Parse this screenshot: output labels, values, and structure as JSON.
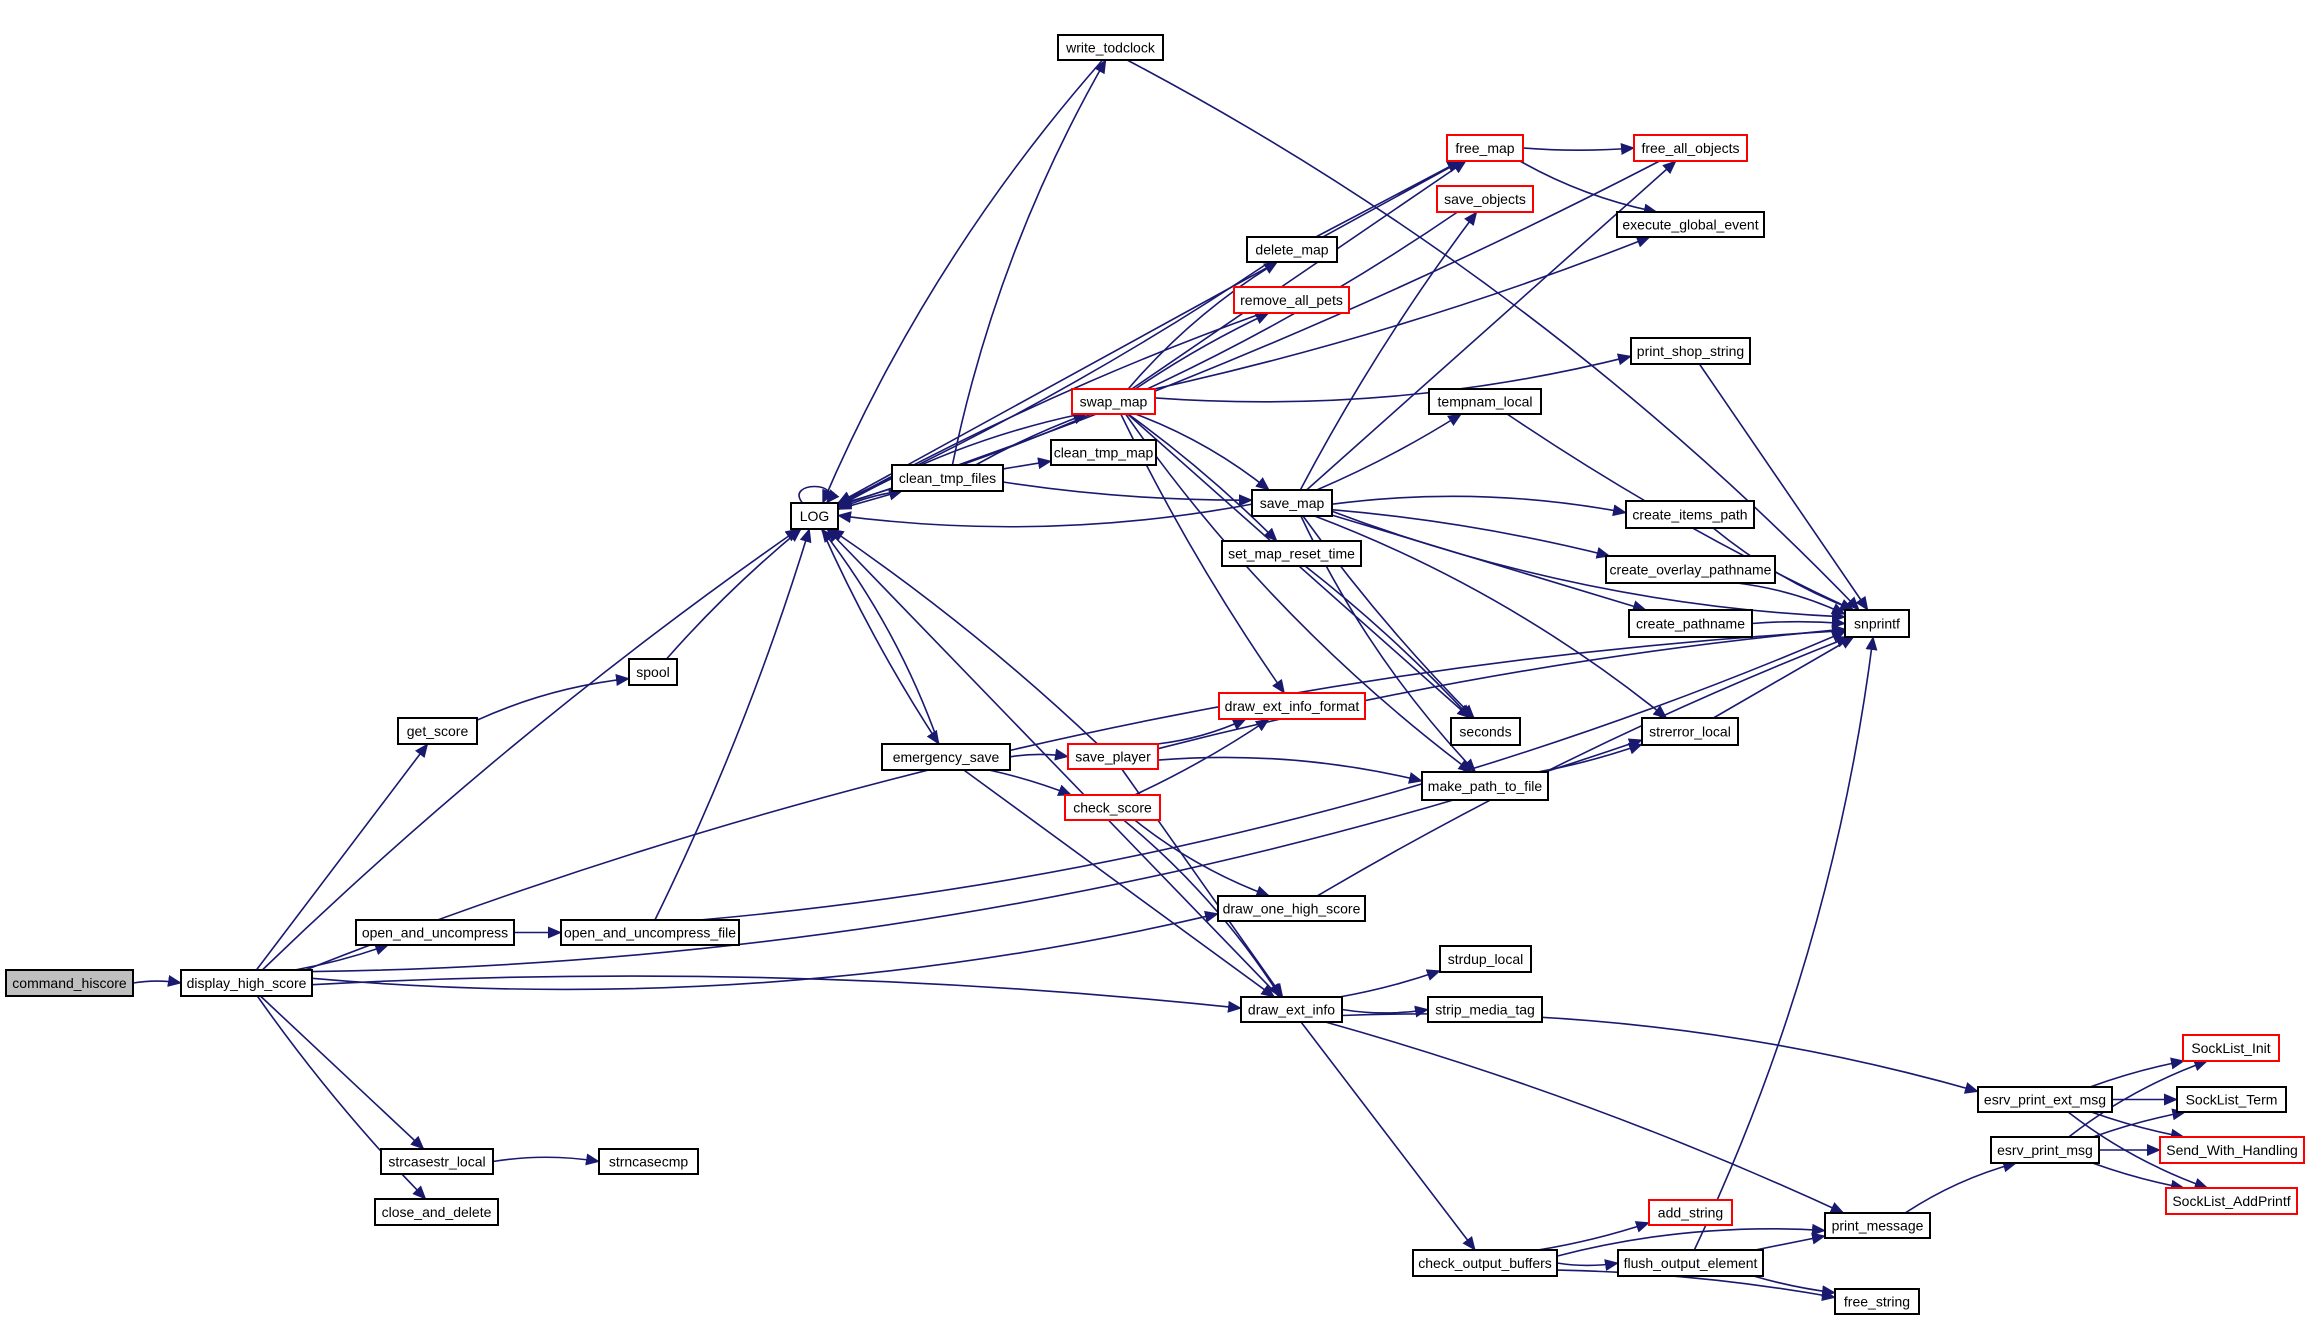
{
  "diagram": {
    "type": "call-graph",
    "colors": {
      "edge": "#191970",
      "node_border": "#000000",
      "node_fill": "#ffffff",
      "root_fill": "#bfbfbf",
      "truncated_border": "#ff0000"
    },
    "nodes": [
      {
        "id": "command_hiscore",
        "label": "command_hiscore",
        "style": "root"
      },
      {
        "id": "display_high_score",
        "label": "display_high_score",
        "style": "normal"
      },
      {
        "id": "get_score",
        "label": "get_score",
        "style": "normal"
      },
      {
        "id": "spool",
        "label": "spool",
        "style": "normal"
      },
      {
        "id": "LOG",
        "label": "LOG",
        "style": "normal"
      },
      {
        "id": "open_and_uncompress",
        "label": "open_and_uncompress",
        "style": "normal"
      },
      {
        "id": "open_and_uncompress_file",
        "label": "open_and_uncompress_file",
        "style": "normal"
      },
      {
        "id": "strcasestr_local",
        "label": "strcasestr_local",
        "style": "normal"
      },
      {
        "id": "strncasecmp",
        "label": "strncasecmp",
        "style": "normal"
      },
      {
        "id": "close_and_delete",
        "label": "close_and_delete",
        "style": "normal"
      },
      {
        "id": "write_todclock",
        "label": "write_todclock",
        "style": "normal"
      },
      {
        "id": "clean_tmp_files",
        "label": "clean_tmp_files",
        "style": "normal"
      },
      {
        "id": "clean_tmp_map",
        "label": "clean_tmp_map",
        "style": "normal"
      },
      {
        "id": "swap_map",
        "label": "swap_map",
        "style": "truncated"
      },
      {
        "id": "delete_map",
        "label": "delete_map",
        "style": "normal"
      },
      {
        "id": "remove_all_pets",
        "label": "remove_all_pets",
        "style": "truncated"
      },
      {
        "id": "free_map",
        "label": "free_map",
        "style": "truncated"
      },
      {
        "id": "save_objects",
        "label": "save_objects",
        "style": "truncated"
      },
      {
        "id": "free_all_objects",
        "label": "free_all_objects",
        "style": "truncated"
      },
      {
        "id": "execute_global_event",
        "label": "execute_global_event",
        "style": "normal"
      },
      {
        "id": "print_shop_string",
        "label": "print_shop_string",
        "style": "normal"
      },
      {
        "id": "tempnam_local",
        "label": "tempnam_local",
        "style": "normal"
      },
      {
        "id": "save_map",
        "label": "save_map",
        "style": "normal"
      },
      {
        "id": "set_map_reset_time",
        "label": "set_map_reset_time",
        "style": "normal"
      },
      {
        "id": "create_items_path",
        "label": "create_items_path",
        "style": "normal"
      },
      {
        "id": "create_overlay_pathname",
        "label": "create_overlay_pathname",
        "style": "normal"
      },
      {
        "id": "create_pathname",
        "label": "create_pathname",
        "style": "normal"
      },
      {
        "id": "snprintf",
        "label": "snprintf",
        "style": "normal"
      },
      {
        "id": "seconds",
        "label": "seconds",
        "style": "normal"
      },
      {
        "id": "strerror_local",
        "label": "strerror_local",
        "style": "normal"
      },
      {
        "id": "draw_ext_info_format",
        "label": "draw_ext_info_format",
        "style": "truncated"
      },
      {
        "id": "emergency_save",
        "label": "emergency_save",
        "style": "normal"
      },
      {
        "id": "save_player",
        "label": "save_player",
        "style": "truncated"
      },
      {
        "id": "make_path_to_file",
        "label": "make_path_to_file",
        "style": "normal"
      },
      {
        "id": "check_score",
        "label": "check_score",
        "style": "truncated"
      },
      {
        "id": "draw_one_high_score",
        "label": "draw_one_high_score",
        "style": "normal"
      },
      {
        "id": "strdup_local",
        "label": "strdup_local",
        "style": "normal"
      },
      {
        "id": "draw_ext_info",
        "label": "draw_ext_info",
        "style": "normal"
      },
      {
        "id": "strip_media_tag",
        "label": "strip_media_tag",
        "style": "normal"
      },
      {
        "id": "esrv_print_ext_msg",
        "label": "esrv_print_ext_msg",
        "style": "normal"
      },
      {
        "id": "SockList_Init",
        "label": "SockList_Init",
        "style": "truncated"
      },
      {
        "id": "SockList_Term",
        "label": "SockList_Term",
        "style": "normal"
      },
      {
        "id": "esrv_print_msg",
        "label": "esrv_print_msg",
        "style": "normal"
      },
      {
        "id": "Send_With_Handling",
        "label": "Send_With_Handling",
        "style": "truncated"
      },
      {
        "id": "SockList_AddPrintf",
        "label": "SockList_AddPrintf",
        "style": "truncated"
      },
      {
        "id": "add_string",
        "label": "add_string",
        "style": "truncated"
      },
      {
        "id": "print_message",
        "label": "print_message",
        "style": "normal"
      },
      {
        "id": "check_output_buffers",
        "label": "check_output_buffers",
        "style": "normal"
      },
      {
        "id": "flush_output_element",
        "label": "flush_output_element",
        "style": "normal"
      },
      {
        "id": "free_string",
        "label": "free_string",
        "style": "normal"
      }
    ],
    "edges": [
      [
        "command_hiscore",
        "display_high_score"
      ],
      [
        "display_high_score",
        "LOG"
      ],
      [
        "display_high_score",
        "get_score"
      ],
      [
        "display_high_score",
        "open_and_uncompress"
      ],
      [
        "display_high_score",
        "draw_one_high_score"
      ],
      [
        "display_high_score",
        "snprintf"
      ],
      [
        "display_high_score",
        "draw_ext_info"
      ],
      [
        "display_high_score",
        "strcasestr_local"
      ],
      [
        "display_high_score",
        "close_and_delete"
      ],
      [
        "display_high_score",
        "strerror_local"
      ],
      [
        "get_score",
        "spool"
      ],
      [
        "spool",
        "LOG"
      ],
      [
        "open_and_uncompress",
        "open_and_uncompress_file"
      ],
      [
        "open_and_uncompress_file",
        "LOG"
      ],
      [
        "open_and_uncompress_file",
        "snprintf"
      ],
      [
        "strcasestr_local",
        "strncasecmp"
      ],
      [
        "LOG",
        "LOG"
      ],
      [
        "LOG",
        "clean_tmp_files"
      ],
      [
        "LOG",
        "emergency_save"
      ],
      [
        "clean_tmp_files",
        "LOG"
      ],
      [
        "clean_tmp_files",
        "write_todclock"
      ],
      [
        "clean_tmp_files",
        "swap_map"
      ],
      [
        "clean_tmp_files",
        "clean_tmp_map"
      ],
      [
        "clean_tmp_files",
        "save_map"
      ],
      [
        "write_todclock",
        "LOG"
      ],
      [
        "write_todclock",
        "snprintf"
      ],
      [
        "free_all_objects",
        "LOG"
      ],
      [
        "free_map",
        "LOG"
      ],
      [
        "free_map",
        "free_all_objects"
      ],
      [
        "free_map",
        "execute_global_event"
      ],
      [
        "save_objects",
        "LOG"
      ],
      [
        "delete_map",
        "LOG"
      ],
      [
        "delete_map",
        "free_map"
      ],
      [
        "remove_all_pets",
        "LOG"
      ],
      [
        "swap_map",
        "LOG"
      ],
      [
        "swap_map",
        "delete_map"
      ],
      [
        "swap_map",
        "remove_all_pets"
      ],
      [
        "swap_map",
        "free_map"
      ],
      [
        "swap_map",
        "execute_global_event"
      ],
      [
        "swap_map",
        "print_shop_string"
      ],
      [
        "swap_map",
        "save_map"
      ],
      [
        "swap_map",
        "set_map_reset_time"
      ],
      [
        "swap_map",
        "seconds"
      ],
      [
        "swap_map",
        "draw_ext_info_format"
      ],
      [
        "swap_map",
        "make_path_to_file"
      ],
      [
        "save_map",
        "LOG"
      ],
      [
        "save_map",
        "save_objects"
      ],
      [
        "save_map",
        "free_all_objects"
      ],
      [
        "save_map",
        "tempnam_local"
      ],
      [
        "save_map",
        "snprintf"
      ],
      [
        "save_map",
        "create_items_path"
      ],
      [
        "save_map",
        "create_overlay_pathname"
      ],
      [
        "save_map",
        "create_pathname"
      ],
      [
        "save_map",
        "seconds"
      ],
      [
        "save_map",
        "make_path_to_file"
      ],
      [
        "save_map",
        "strerror_local"
      ],
      [
        "set_map_reset_time",
        "seconds"
      ],
      [
        "print_shop_string",
        "snprintf"
      ],
      [
        "tempnam_local",
        "snprintf"
      ],
      [
        "create_items_path",
        "snprintf"
      ],
      [
        "create_overlay_pathname",
        "snprintf"
      ],
      [
        "create_pathname",
        "snprintf"
      ],
      [
        "strerror_local",
        "snprintf"
      ],
      [
        "make_path_to_file",
        "strerror_local"
      ],
      [
        "emergency_save",
        "LOG"
      ],
      [
        "emergency_save",
        "save_player"
      ],
      [
        "emergency_save",
        "check_score"
      ],
      [
        "emergency_save",
        "draw_ext_info"
      ],
      [
        "save_player",
        "LOG"
      ],
      [
        "save_player",
        "draw_ext_info_format"
      ],
      [
        "save_player",
        "make_path_to_file"
      ],
      [
        "save_player",
        "snprintf"
      ],
      [
        "save_player",
        "draw_ext_info"
      ],
      [
        "check_score",
        "draw_ext_info_format"
      ],
      [
        "check_score",
        "draw_one_high_score"
      ],
      [
        "check_score",
        "draw_ext_info"
      ],
      [
        "draw_one_high_score",
        "snprintf"
      ],
      [
        "draw_ext_info",
        "LOG"
      ],
      [
        "draw_ext_info",
        "strdup_local"
      ],
      [
        "draw_ext_info",
        "strip_media_tag"
      ],
      [
        "draw_ext_info",
        "esrv_print_ext_msg"
      ],
      [
        "draw_ext_info",
        "print_message"
      ],
      [
        "draw_ext_info",
        "check_output_buffers"
      ],
      [
        "check_output_buffers",
        "add_string"
      ],
      [
        "check_output_buffers",
        "flush_output_element"
      ],
      [
        "check_output_buffers",
        "print_message"
      ],
      [
        "check_output_buffers",
        "free_string"
      ],
      [
        "flush_output_element",
        "print_message"
      ],
      [
        "flush_output_element",
        "free_string"
      ],
      [
        "flush_output_element",
        "snprintf"
      ],
      [
        "print_message",
        "esrv_print_msg"
      ],
      [
        "esrv_print_ext_msg",
        "SockList_Init"
      ],
      [
        "esrv_print_ext_msg",
        "SockList_Term"
      ],
      [
        "esrv_print_ext_msg",
        "Send_With_Handling"
      ],
      [
        "esrv_print_ext_msg",
        "SockList_AddPrintf"
      ],
      [
        "esrv_print_msg",
        "SockList_Init"
      ],
      [
        "esrv_print_msg",
        "SockList_Term"
      ],
      [
        "esrv_print_msg",
        "Send_With_Handling"
      ],
      [
        "esrv_print_msg",
        "SockList_AddPrintf"
      ]
    ]
  }
}
